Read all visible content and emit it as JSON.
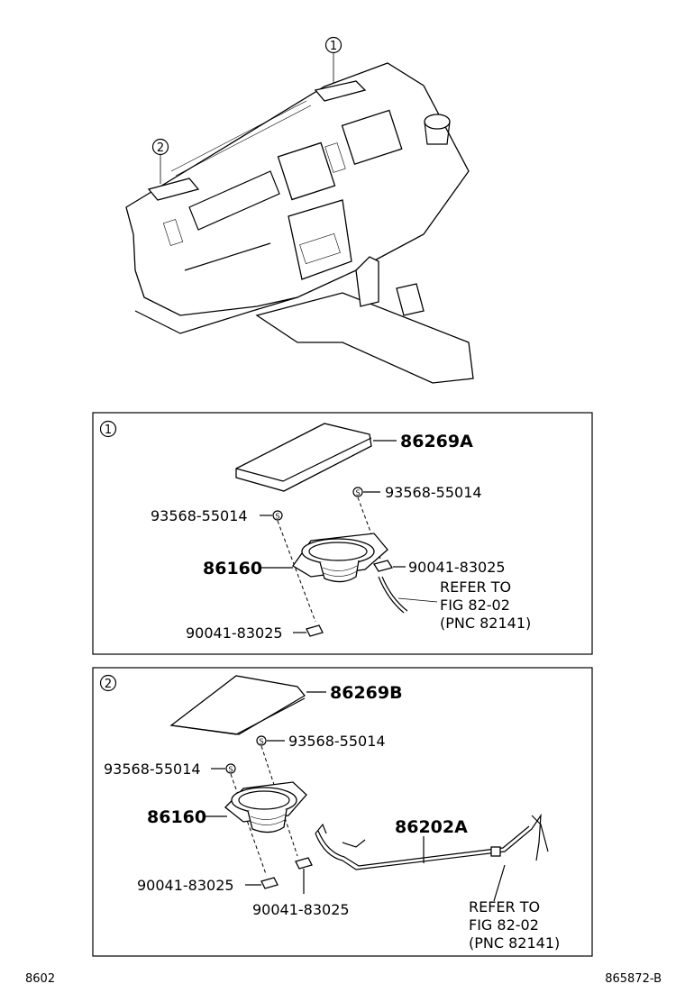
{
  "callouts": {
    "c1": "1",
    "c2": "2"
  },
  "panel1": {
    "pad": "86269A",
    "screw_top": "93568-55014",
    "screw_left": "93568-55014",
    "speaker": "86160",
    "nut_right": "90041-83025",
    "nut_bottom": "90041-83025",
    "refer_line1": "REFER TO",
    "refer_line2": "FIG 82-02",
    "refer_line3": "(PNC 82141)"
  },
  "panel2": {
    "pad": "86269B",
    "screw_top": "93568-55014",
    "screw_left": "93568-55014",
    "speaker": "86160",
    "harness": "86202A",
    "nut_left": "90041-83025",
    "nut_bottom": "90041-83025",
    "refer_line1": "REFER TO",
    "refer_line2": "FIG 82-02",
    "refer_line3": "(PNC 82141)"
  },
  "footer": {
    "left": "8602",
    "right": "865872-B"
  }
}
